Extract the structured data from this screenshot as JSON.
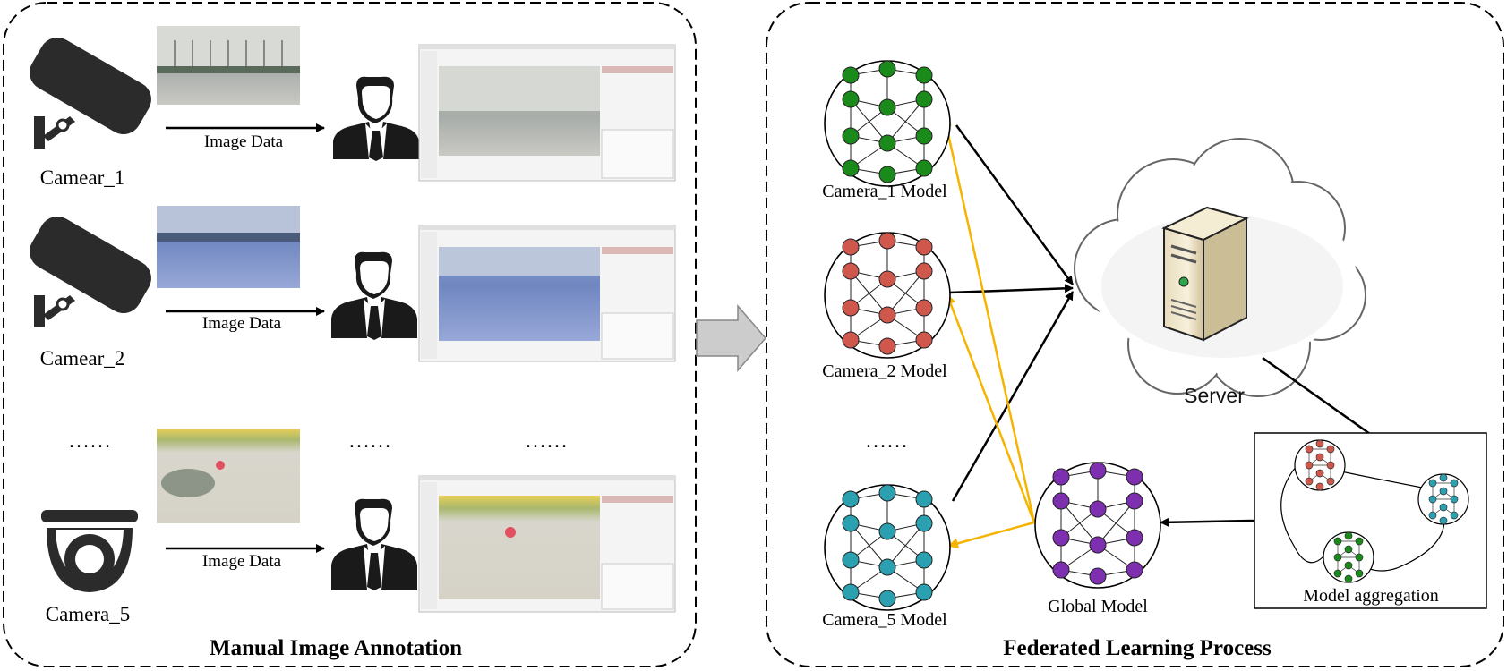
{
  "left_panel": {
    "title": "Manual Image Annotation",
    "rows": [
      {
        "camera_label": "Camear_1",
        "arrow_label": "Image Data",
        "camera_type": "bullet-camera-icon"
      },
      {
        "camera_label": "Camear_2",
        "arrow_label": "Image Data",
        "camera_type": "bullet-camera-icon"
      },
      {
        "camera_label": "Camera_5",
        "arrow_label": "Image Data",
        "camera_type": "dome-camera-icon"
      }
    ],
    "ellipsis": "……"
  },
  "right_panel": {
    "title": "Federated Learning Process",
    "models": [
      {
        "label": "Camera_1 Model",
        "color": "#1a8a1a"
      },
      {
        "label": "Camera_2 Model",
        "color": "#d0574c"
      },
      {
        "label": "Camera_5 Model",
        "color": "#2aa0b0"
      }
    ],
    "global_model": {
      "label": "Global Model",
      "color": "#7d2fb0"
    },
    "server_label": "Server",
    "aggregation_label": "Model aggregation",
    "ellipsis": "……"
  },
  "colors": {
    "feedback_arrow": "#f5b400",
    "upload_arrow": "#000000",
    "transition_arrow": "#cccccc"
  }
}
